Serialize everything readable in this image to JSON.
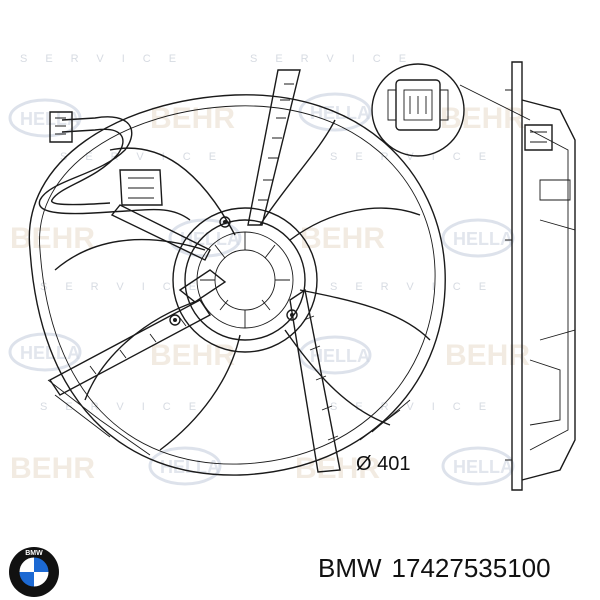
{
  "diagram": {
    "dimension_label": "Ø 401"
  },
  "watermarks": {
    "beh": "BEHR",
    "hella": "HELLA",
    "service": "SERVICE"
  },
  "logo": {
    "icon": "bmw-roundel-icon",
    "letters": "BMW",
    "colors": {
      "blue": "#1c69d3",
      "black": "#111111",
      "white": "#ffffff"
    }
  },
  "caption": {
    "brand": "BMW",
    "part_number": "17427535100"
  }
}
